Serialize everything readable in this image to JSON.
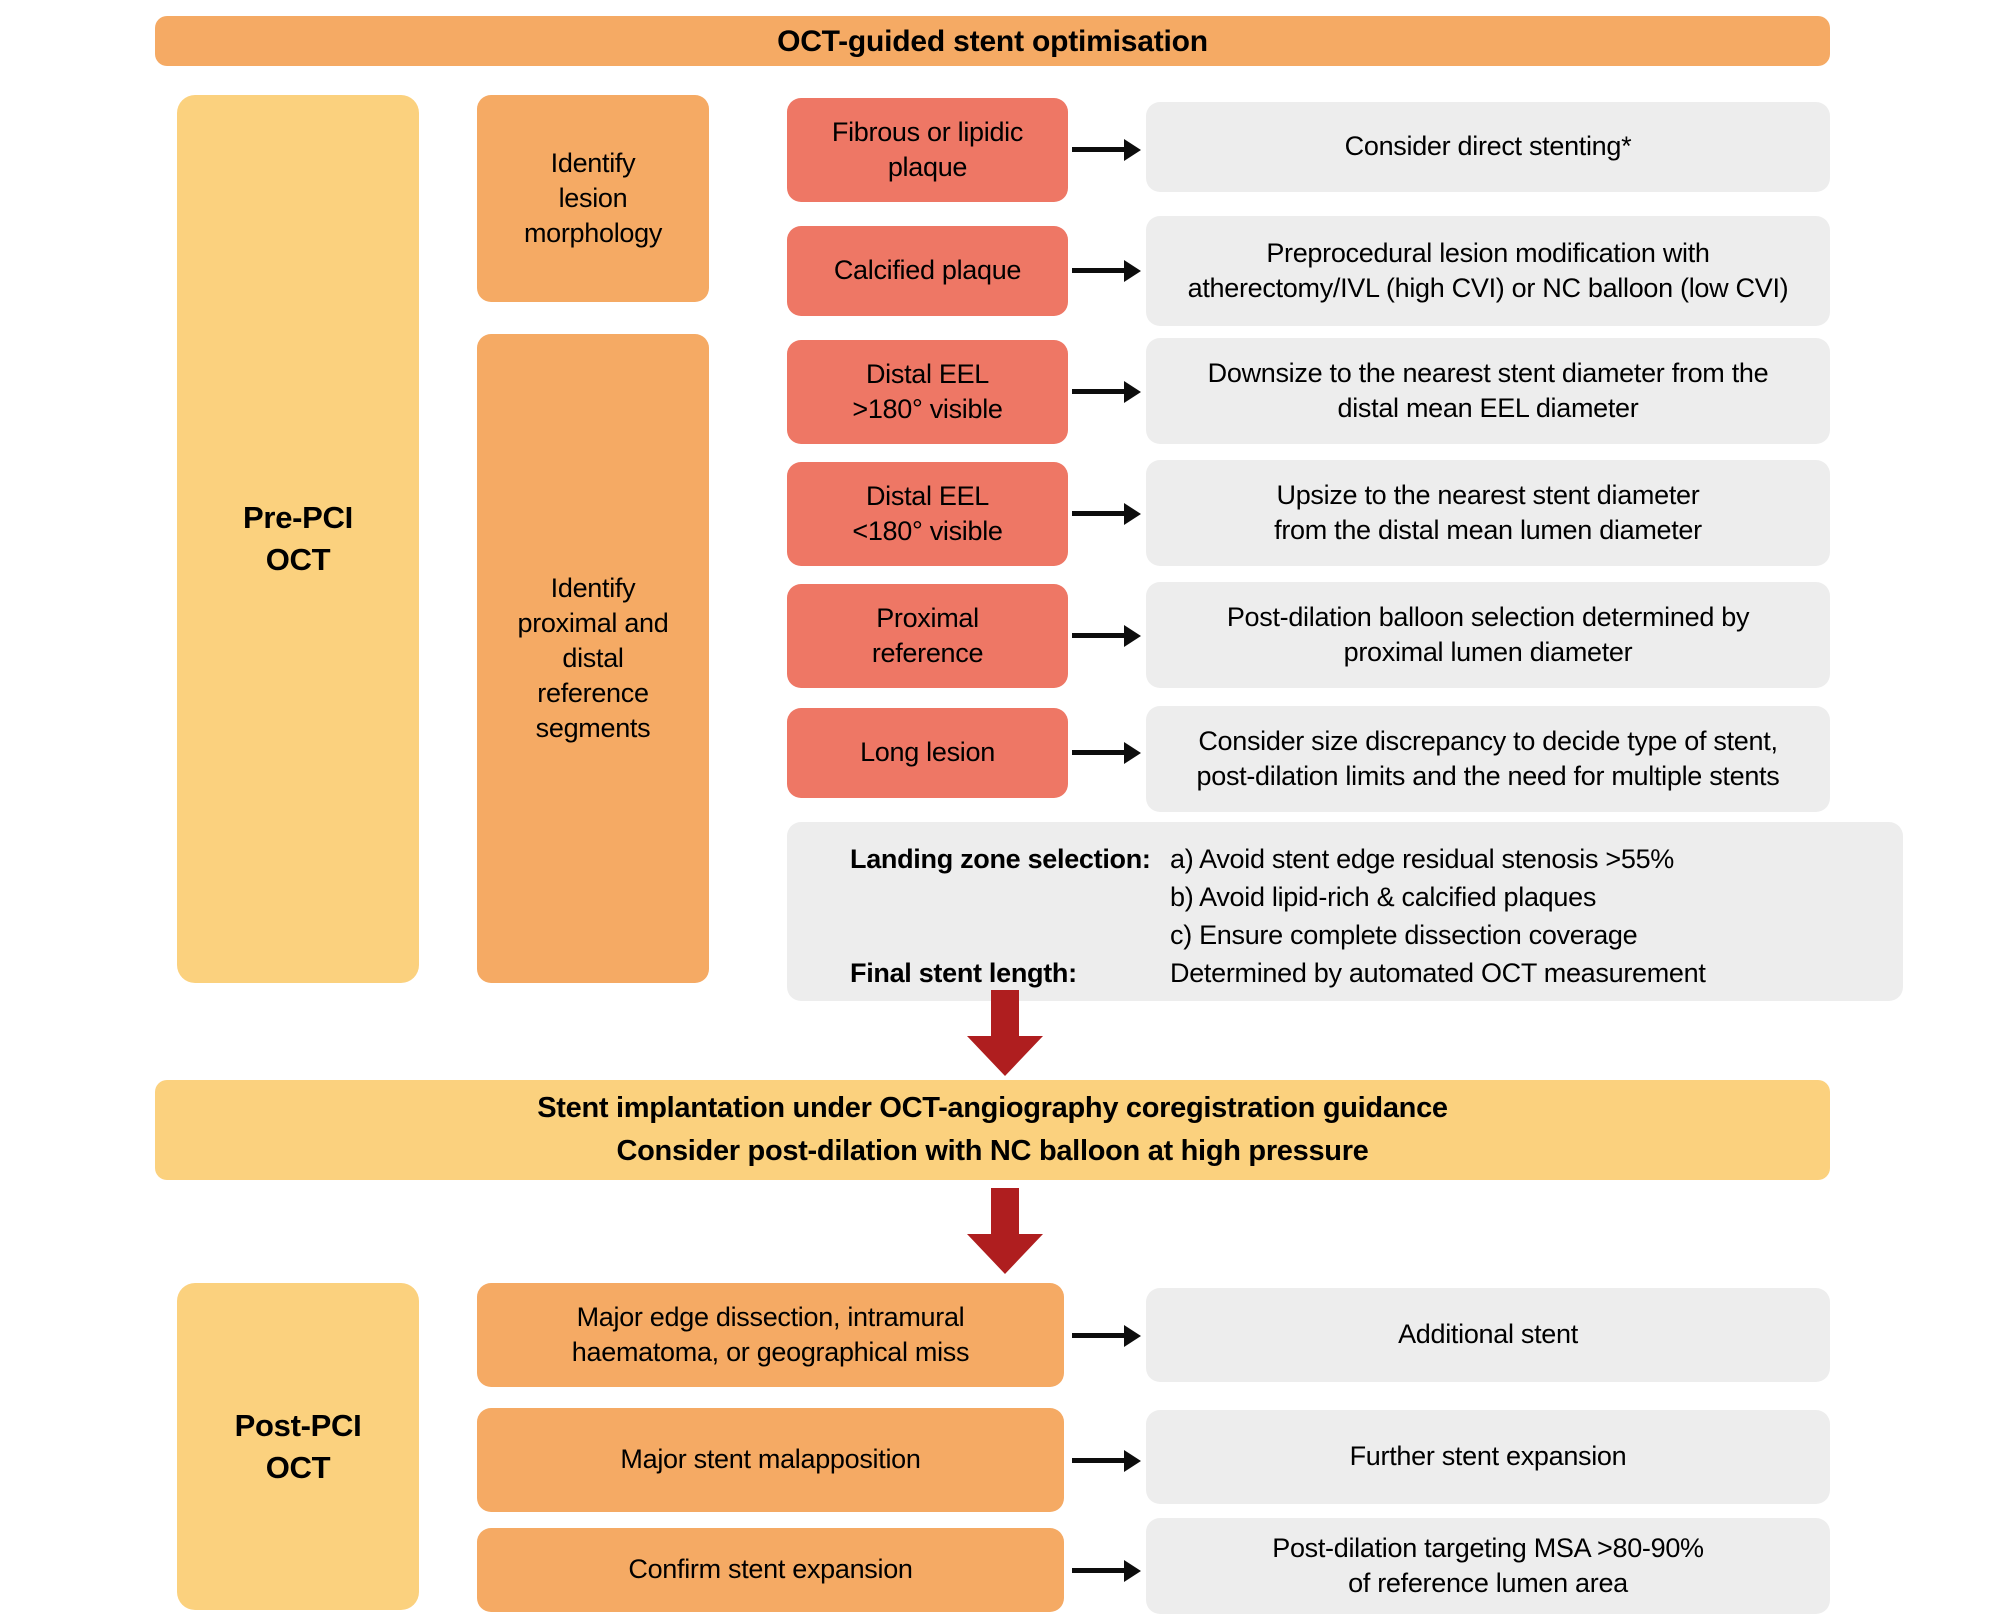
{
  "header": {
    "title": "OCT-guided stent optimisation"
  },
  "colors": {
    "orange": "#F5AA64",
    "yellow": "#FBD17E",
    "salmon_red": "#EE7765",
    "gray": "#EDEDED",
    "arrow_red": "#AF1E1F",
    "connector_black": "#0D0D0D"
  },
  "pre_pci": {
    "label": "Pre-PCI\nOCT",
    "groups": [
      {
        "label": "Identify\nlesion\nmorphology"
      },
      {
        "label": "Identify\nproximal and\ndistal\nreference\nsegments"
      }
    ],
    "rows": [
      {
        "finding": "Fibrous or lipidic\nplaque",
        "action": "Consider direct stenting*"
      },
      {
        "finding": "Calcified plaque",
        "action": "Preprocedural lesion modification with\natherectomy/IVL (high CVI) or NC balloon (low CVI)"
      },
      {
        "finding": "Distal EEL\n>180° visible",
        "action": "Downsize to the nearest stent diameter from the\ndistal mean EEL diameter"
      },
      {
        "finding": "Distal EEL\n<180° visible",
        "action": "Upsize to the nearest stent diameter\nfrom the distal mean lumen diameter"
      },
      {
        "finding": "Proximal\nreference",
        "action": "Post-dilation balloon selection determined by\nproximal lumen diameter"
      },
      {
        "finding": "Long lesion",
        "action": "Consider size discrepancy to decide type of stent,\npost-dilation limits and the need for multiple stents"
      }
    ],
    "landing_zone": {
      "label": "Landing zone selection:",
      "items": [
        "a) Avoid stent edge residual stenosis >55%",
        "b) Avoid lipid-rich & calcified plaques",
        "c) Ensure complete dissection coverage"
      ],
      "final_label": "Final stent length:",
      "final_value": "Determined by automated OCT measurement"
    }
  },
  "banner": {
    "text": "Stent implantation under OCT-angiography coregistration guidance\nConsider post-dilation with NC balloon at high pressure"
  },
  "post_pci": {
    "label": "Post-PCI\nOCT",
    "rows": [
      {
        "finding": "Major edge dissection, intramural\nhaematoma, or geographical miss",
        "action": "Additional stent"
      },
      {
        "finding": "Major stent malapposition",
        "action": "Further stent expansion"
      },
      {
        "finding": "Confirm stent expansion",
        "action": "Post-dilation targeting MSA >80-90%\nof reference lumen area"
      }
    ]
  }
}
